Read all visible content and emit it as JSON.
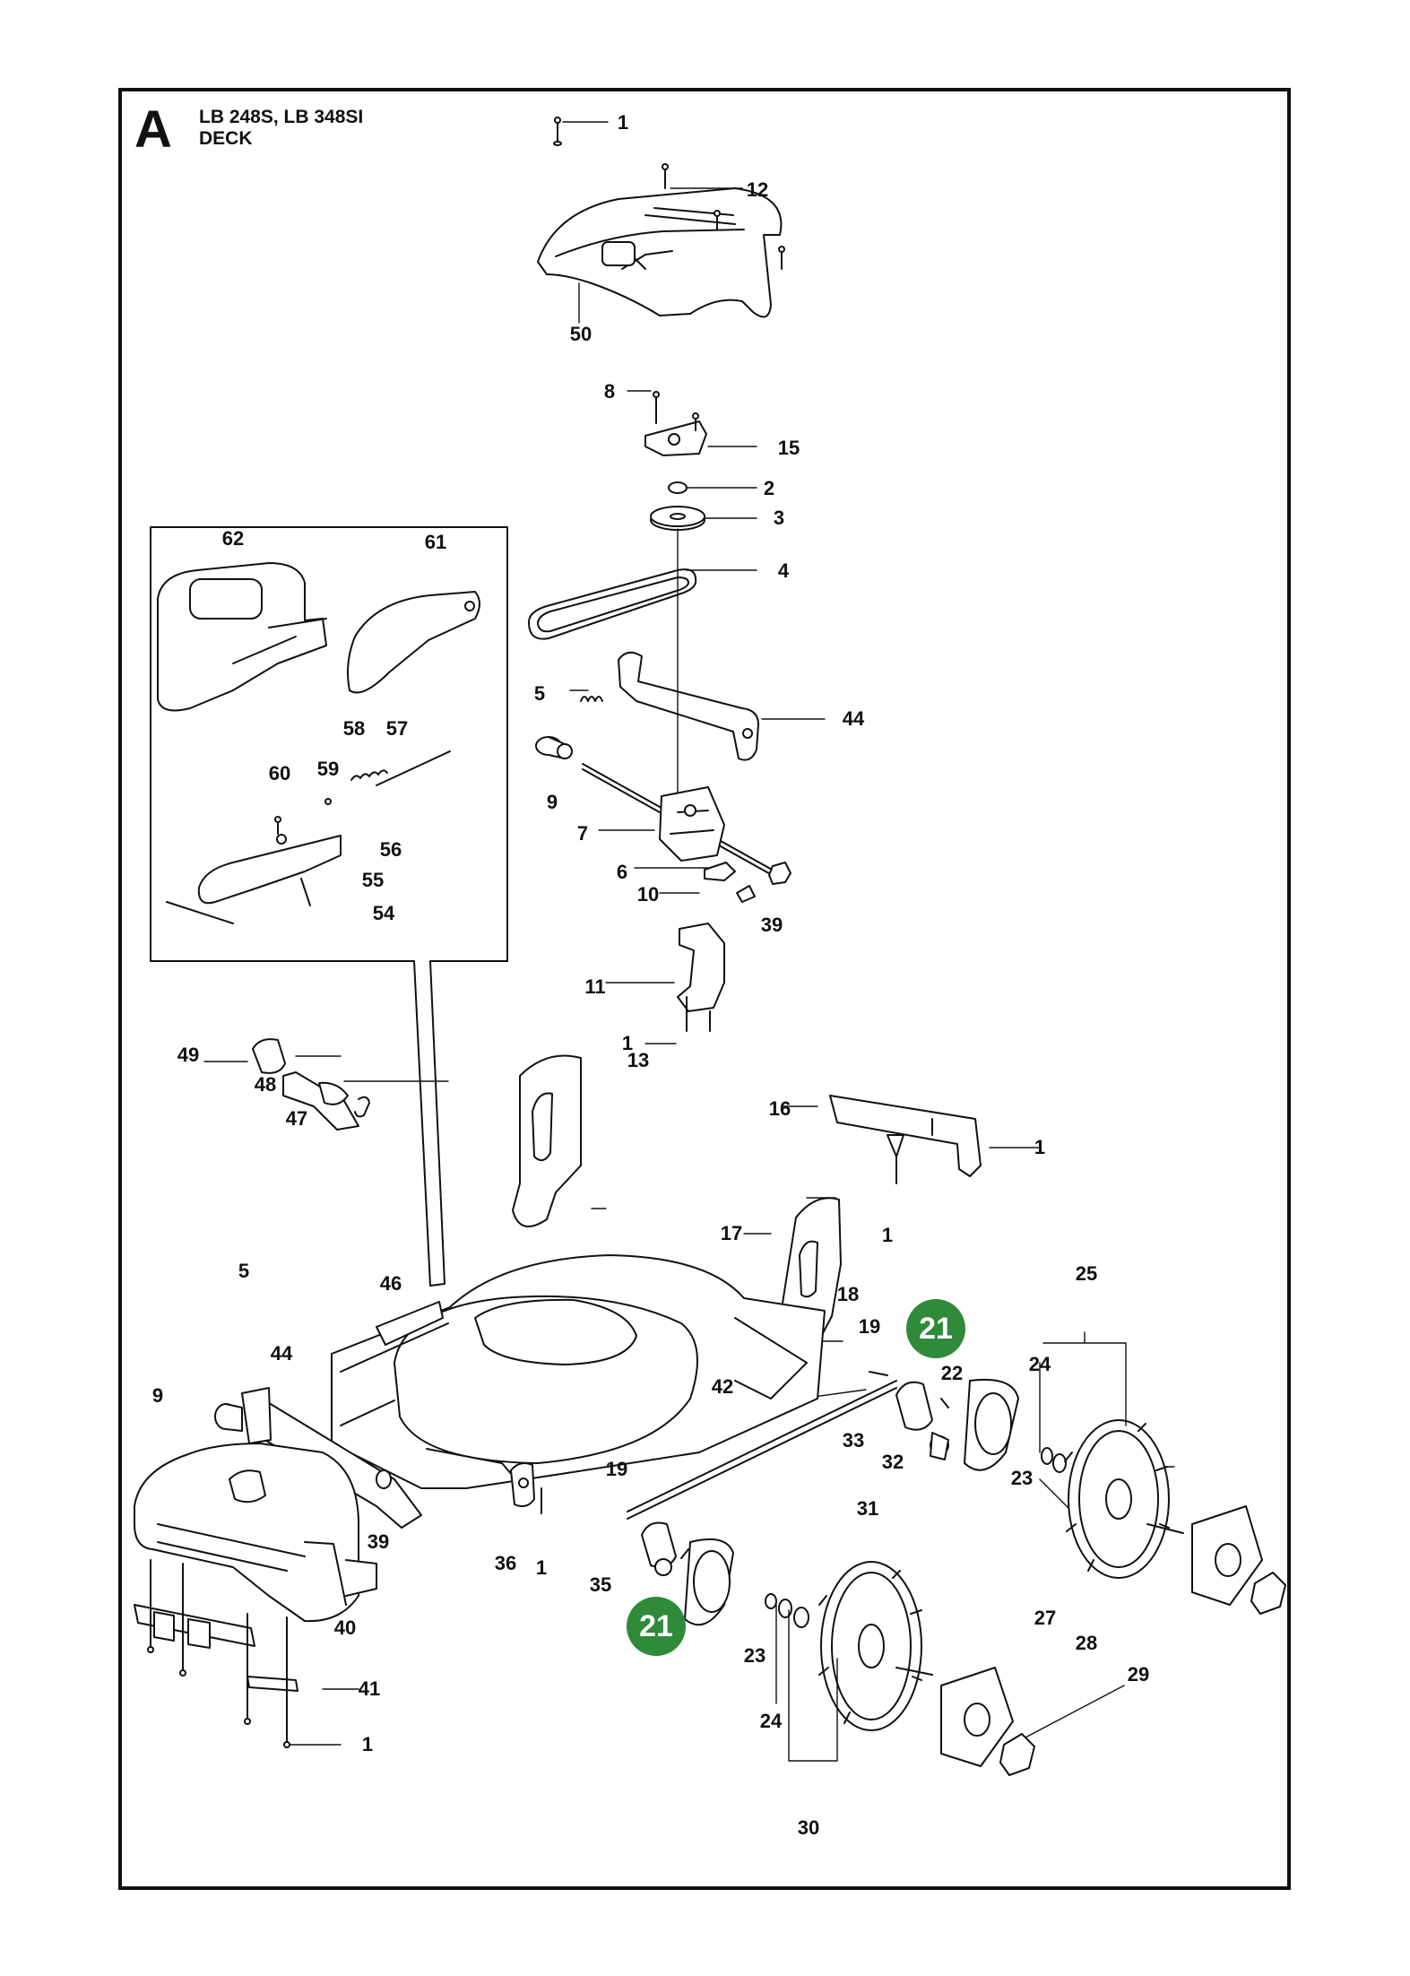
{
  "header": {
    "section": "A",
    "models": "LB 248S,  LB 348SI",
    "subtitle": "DECK"
  },
  "callouts": [
    "1",
    "12",
    "50",
    "8",
    "15",
    "2",
    "3",
    "4",
    "62",
    "61",
    "5",
    "44",
    "58",
    "57",
    "60",
    "59",
    "9",
    "7",
    "56",
    "6",
    "55",
    "10",
    "39",
    "54",
    "11",
    "1",
    "49",
    "13",
    "48",
    "47",
    "16",
    "1",
    "1",
    "17",
    "5",
    "46",
    "18",
    "25",
    "19",
    "24",
    "44",
    "22",
    "9",
    "42",
    "33",
    "32",
    "23",
    "19",
    "31",
    "39",
    "36",
    "1",
    "40",
    "35",
    "23",
    "27",
    "28",
    "29",
    "41",
    "24",
    "1",
    "30"
  ],
  "badges": [
    "21",
    "21"
  ],
  "colors": {
    "badge": "#2f8a3a",
    "ink": "#111111"
  }
}
